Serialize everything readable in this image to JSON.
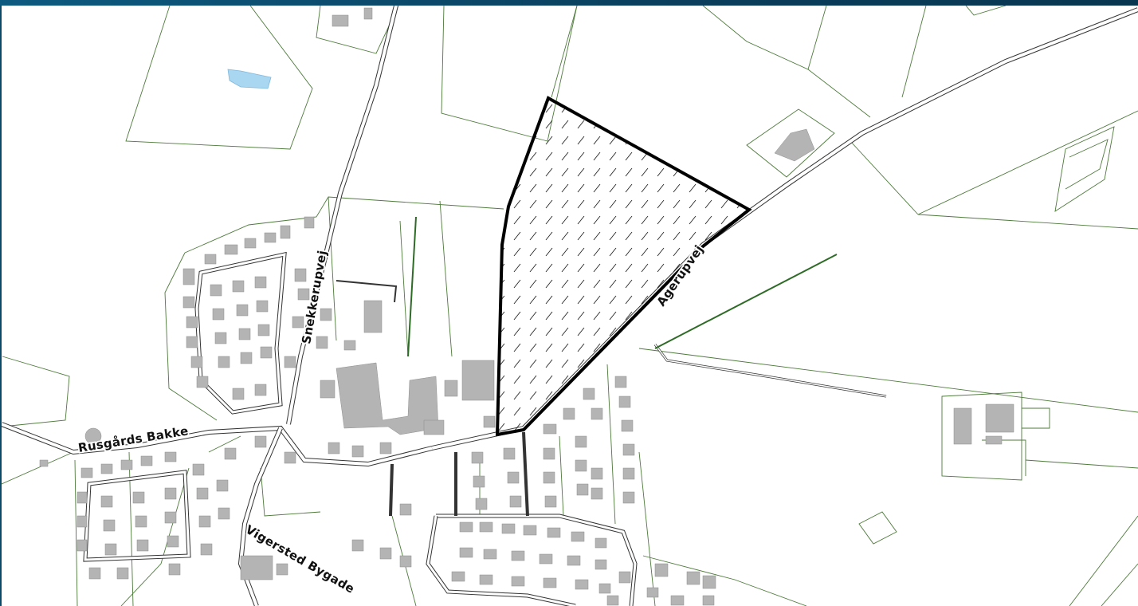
{
  "map": {
    "colors": {
      "frame": "#0b4a68",
      "background": "#ffffff",
      "parcel_line": "#4d7a3a",
      "building": "#b4b4b4",
      "road_edge": "#333333",
      "water": "#a9d6f0",
      "plan_area_outline": "#000000"
    },
    "street_labels": [
      {
        "id": "rusgards-bakke",
        "text": "Rusgårds Bakke"
      },
      {
        "id": "snekkerupvej",
        "text": "Snekkerupvej"
      },
      {
        "id": "agerupvej",
        "text": "Agerupvej"
      },
      {
        "id": "vigersted-bygade",
        "text": "Vigersted Bygade"
      }
    ],
    "plan_area": {
      "hatch": "diagonal",
      "outline": "thick-black"
    },
    "features": [
      "parcel-boundaries",
      "buildings",
      "roads",
      "pond"
    ]
  }
}
